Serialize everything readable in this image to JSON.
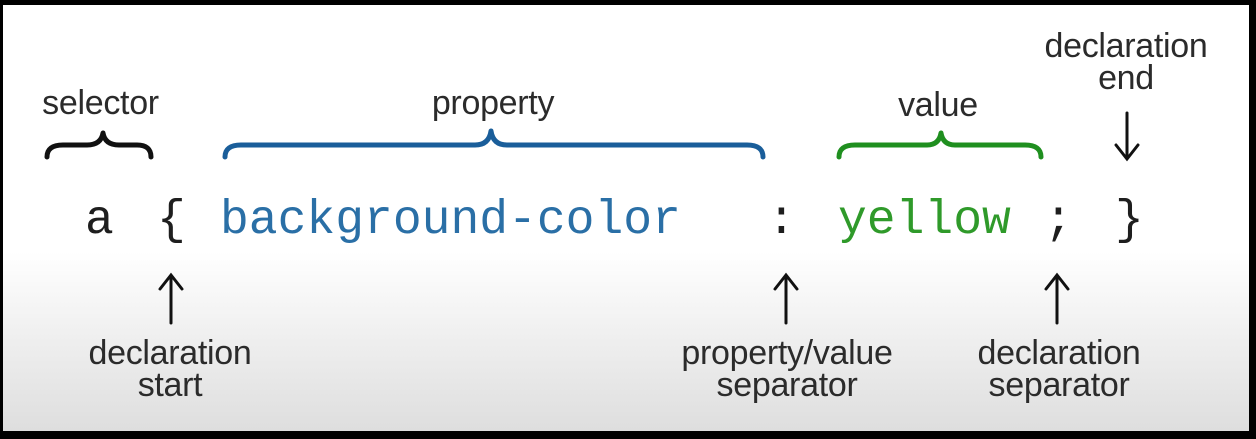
{
  "labels": {
    "selector": "selector",
    "property": "property",
    "value": "value",
    "declaration_end": "declaration\nend",
    "declaration_start": "declaration\nstart",
    "property_value_separator": "property/value\nseparator",
    "declaration_separator": "declaration\nseparator"
  },
  "code": {
    "selector": "a",
    "open_brace": "{",
    "property": "background-color",
    "colon": ":",
    "value": "yellow",
    "semicolon": ";",
    "close_brace": "}"
  },
  "colors": {
    "selector": "#1e1e1e",
    "property": "#2a6fa6",
    "value": "#2f9a2a",
    "property_brace": "#1a5e9a",
    "value_brace": "#1f8f1f",
    "selector_brace": "#111111",
    "label_text": "#2b2b2b"
  }
}
